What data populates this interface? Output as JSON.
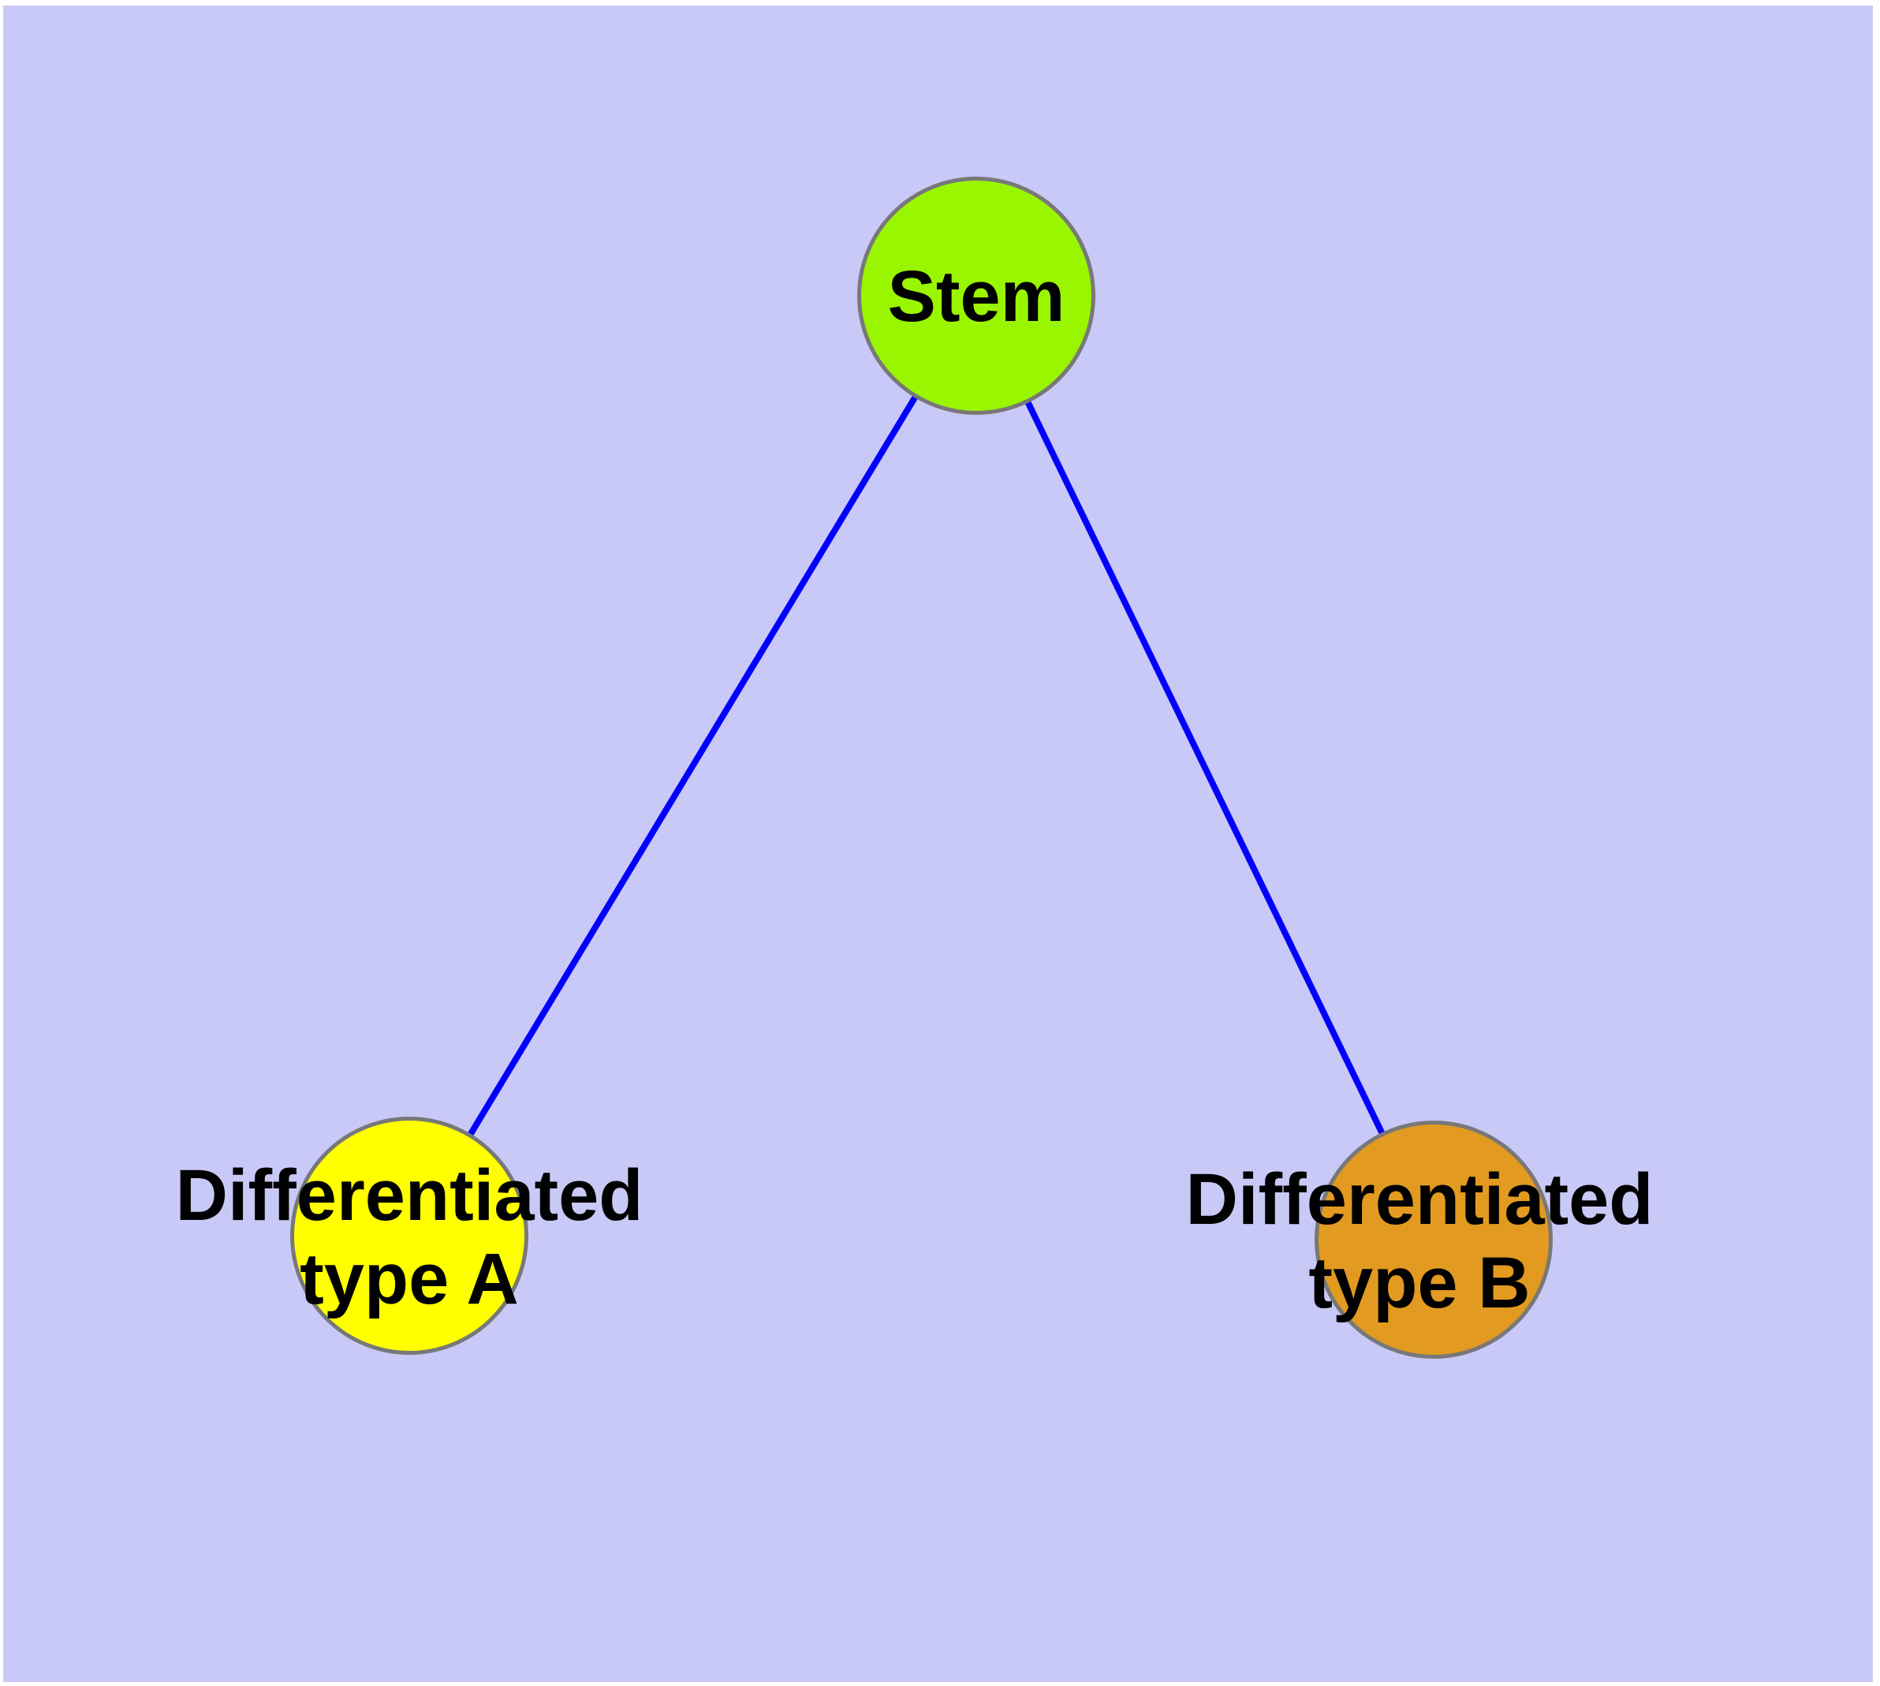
{
  "diagram": {
    "title": "stem cell differentiation graph",
    "page_background_color": "#ffffff",
    "canvas_background_color": "#c9c9f7",
    "edge_color": "#0000ff",
    "node_border_color": "#787878",
    "label_color": "#000000",
    "nodes": [
      {
        "id": "stem",
        "label": "Stem",
        "line1": "Stem",
        "line2": "",
        "fill": "#9af500"
      },
      {
        "id": "type-a",
        "label": "Differentiated type A",
        "line1": "Differentiated",
        "line2": "type A",
        "fill": "#ffff00"
      },
      {
        "id": "type-b",
        "label": "Differentiated type B",
        "line1": "Differentiated",
        "line2": "type B",
        "fill": "#e29b20"
      }
    ],
    "edges": [
      {
        "from": "Stem",
        "to": "Differentiated type A"
      },
      {
        "from": "Stem",
        "to": "Differentiated type B"
      }
    ]
  }
}
